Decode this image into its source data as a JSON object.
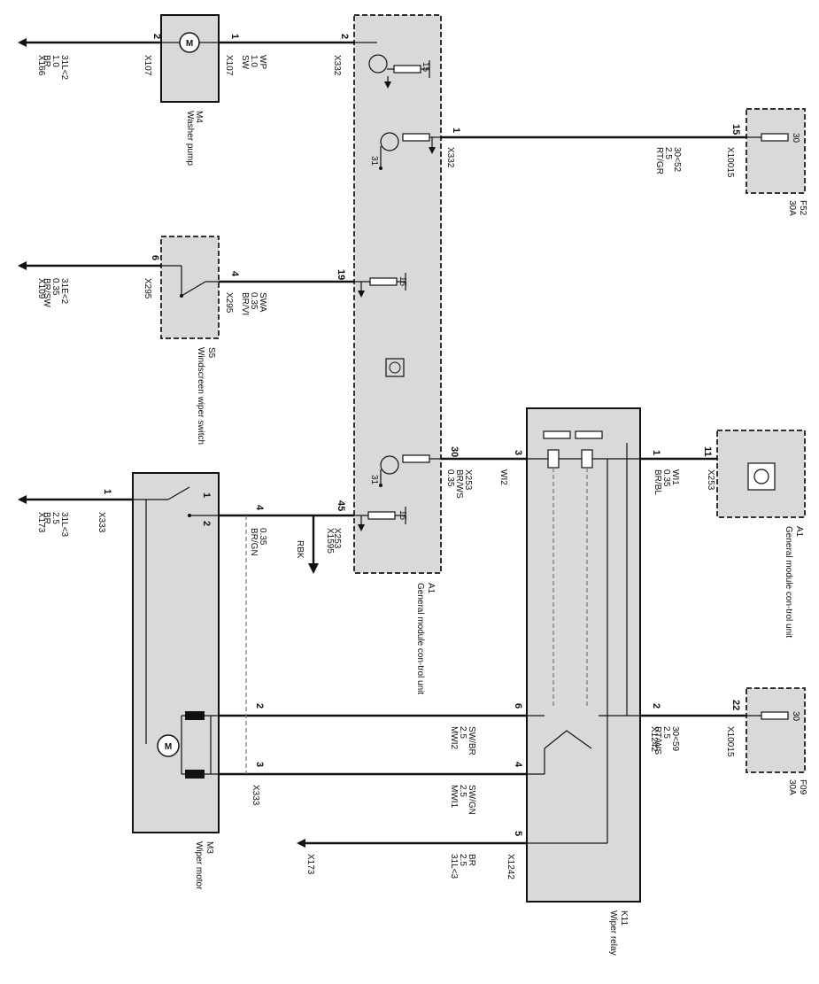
{
  "components": {
    "m4": {
      "ref": "M4",
      "name": "Washer pump"
    },
    "s5": {
      "ref": "S5",
      "name": "Windscreen wiper switch"
    },
    "a1_top": {
      "ref": "A1",
      "name": "General module con-trol unit"
    },
    "a1_right": {
      "ref": "A1",
      "name": "General module con-trol unit"
    },
    "k11": {
      "ref": "K11",
      "name": "Wiper relay"
    },
    "m3": {
      "ref": "M3",
      "name": "Wiper motor"
    },
    "f52": {
      "ref": "F52",
      "rating": "30A",
      "pin": "30"
    },
    "f09": {
      "ref": "F09",
      "rating": "30A",
      "pin": "30"
    }
  },
  "module_pin_labels": {
    "p15a": "15",
    "p31a": "31",
    "p15b": "15",
    "p31b": "31",
    "p15c": "15"
  },
  "wires": {
    "w_x166": {
      "connector": "X166",
      "l1": "31L<2",
      "l2": "1.0",
      "l3": "BR"
    },
    "w_x107": {
      "connector": "X107",
      "l1": "WP",
      "l2": "1.0",
      "l3": "SW"
    },
    "w_x109": {
      "connector": "X109",
      "l1": "31E<2",
      "l2": "0.35",
      "l3": "BR/SW"
    },
    "w_x295": {
      "connector": "X295",
      "l1": "SWA",
      "l2": "0.35",
      "l3": "BR/VI"
    },
    "w_x332": {
      "connector": "X332",
      "l1": "30<52",
      "l2": "2.5",
      "l3": "RT/GR"
    },
    "w_x173a": {
      "connector": "X173",
      "l1": "31L<3",
      "l2": "2.5",
      "l3": "BR"
    },
    "w_x253a": {
      "connector": "X253",
      "l1": "RBK",
      "l2": "0.35",
      "l3": "BR/GN"
    },
    "w_x253b": {
      "connector": "X253",
      "l1": "WI2",
      "l2": "0.35",
      "l3": "BR/WS"
    },
    "w_x253c": {
      "connector": "X253",
      "l1": "WI1",
      "l2": "0.35",
      "l3": "BR/BL"
    },
    "w_x1242a": {
      "connector": "X1242",
      "l1": "30<59",
      "l2": "2.5",
      "l3": "RT/WS"
    },
    "w_mwi2": {
      "l1": "MWI2",
      "l2": "2.5",
      "l3": "SW/BR"
    },
    "w_mwi1": {
      "l1": "MWI1",
      "l2": "2.5",
      "l3": "SW/GN"
    },
    "w_x1242b": {
      "connector": "X1242",
      "l1": "31L<3",
      "l2": "2.5",
      "l3": "BR"
    }
  },
  "connectors": {
    "x107a": "X107",
    "x332": "X332",
    "x10015a": "X10015",
    "x295": "X295",
    "x10015b": "X10015",
    "x333": "X333",
    "x1595": "X1595",
    "x173": "X173",
    "x253": "X253"
  },
  "pins": {
    "m4_2": "2",
    "m4_1": "1",
    "a1_2": "2",
    "a1_1": "1",
    "f52_15": "15",
    "s5_6": "6",
    "s5_4": "4",
    "a1_19": "19",
    "a1_30": "30",
    "k11_3": "3",
    "k11_1": "1",
    "a1r_11": "11",
    "m3_1": "1",
    "m3_s1": "1",
    "m3_s2": "2",
    "m3_4": "4",
    "a1_45": "45",
    "m3_2": "2",
    "k11_6": "6",
    "k11_2": "2",
    "f09_22": "22",
    "m3_3": "3",
    "k11_4": "4",
    "k11_5": "5"
  }
}
